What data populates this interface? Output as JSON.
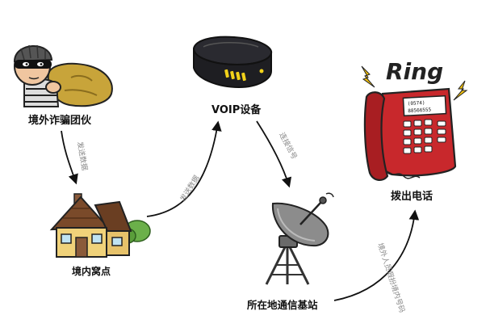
{
  "nodes": {
    "fraud_gang": {
      "label": "境外诈骗团伙",
      "icon": "thief-icon"
    },
    "domestic_den": {
      "label": "境内窝点",
      "icon": "house-icon"
    },
    "voip_device": {
      "label": "VOIP设备",
      "icon": "router-icon"
    },
    "base_station": {
      "label": "所在地通信基站",
      "icon": "satellite-dish-icon"
    },
    "outgoing_call": {
      "label": "拨出电话",
      "icon": "phone-icon"
    }
  },
  "edges": {
    "gang_to_den": {
      "label": "发送数据"
    },
    "den_to_voip": {
      "label": "发送数据"
    },
    "voip_to_station": {
      "label": "连接信号"
    },
    "station_to_call": {
      "label": "境外人员假扮境内号码"
    }
  },
  "phone": {
    "ring_text": "Ring",
    "screen_line1": "(0574)",
    "screen_line2": "88566555"
  },
  "colors": {
    "phone_red": "#c8282c",
    "house_roof": "#7a4a2a",
    "house_wall": "#f0d27a",
    "bag": "#c8a43a",
    "router": "#1e1e22",
    "router_light": "#f2d21a",
    "spark": "#f4c20d",
    "dish": "#8c8c8c"
  }
}
